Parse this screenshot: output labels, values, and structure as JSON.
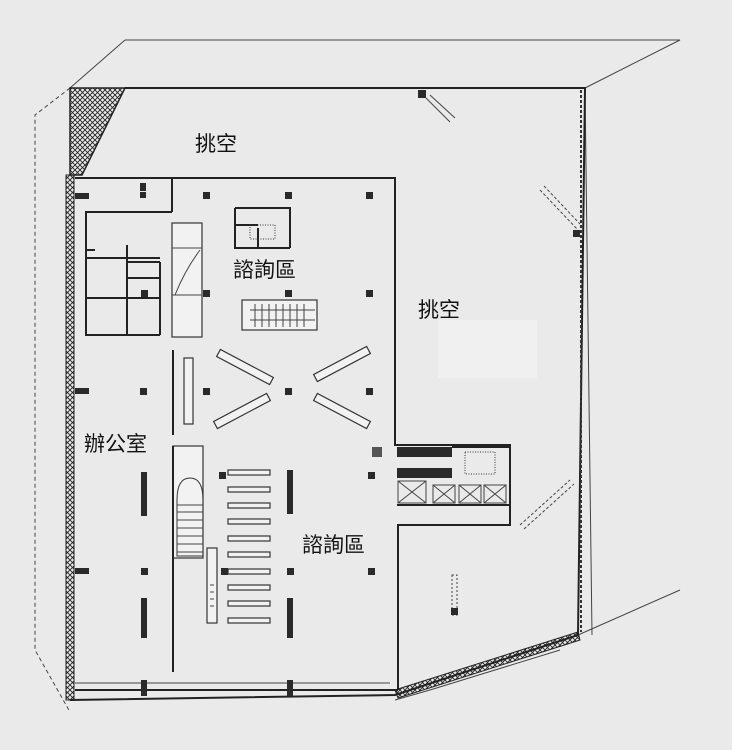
{
  "plan": {
    "labels": {
      "void_top": "挑空",
      "consult_upper": "諮詢區",
      "void_right": "挑空",
      "office": "辦公室",
      "consult_lower": "諮詢區"
    },
    "colors": {
      "background": "#eaeaea",
      "lines": "#222222"
    }
  }
}
